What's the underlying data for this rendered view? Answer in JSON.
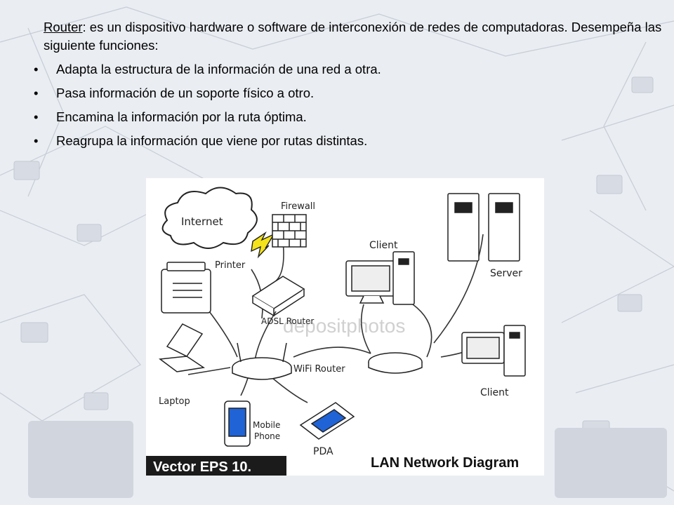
{
  "slide": {
    "intro_term": "Router",
    "intro_rest": ": es un dispositivo hardware o software de interconexión de redes de computadoras. Desempeña las siguiente funciones:",
    "bullet_char": "•",
    "bullets": [
      "Adapta la estructura de la información de una red a otra.",
      "Pasa información de un soporte físico a otro.",
      "Encamina la información por la ruta óptima.",
      "Reagrupa la información que viene por rutas distintas."
    ]
  },
  "diagram": {
    "labels": {
      "internet": "Internet",
      "firewall": "Firewall",
      "printer": "Printer",
      "adsl_router": "ADSL Router",
      "client_top": "Client",
      "server": "Server",
      "laptop": "Laptop",
      "wifi_router": "WiFi Router",
      "client_bottom": "Client",
      "mobile": "Mobile",
      "phone": "Phone",
      "pda": "PDA"
    },
    "watermark": "depositphotos",
    "footer_left": "Vector EPS 10.",
    "footer_right": "LAN Network Diagram",
    "colors": {
      "screen_blue": "#1f63d6",
      "bolt_yellow": "#f4e21a",
      "footer_bg": "#1b1b1b"
    }
  }
}
